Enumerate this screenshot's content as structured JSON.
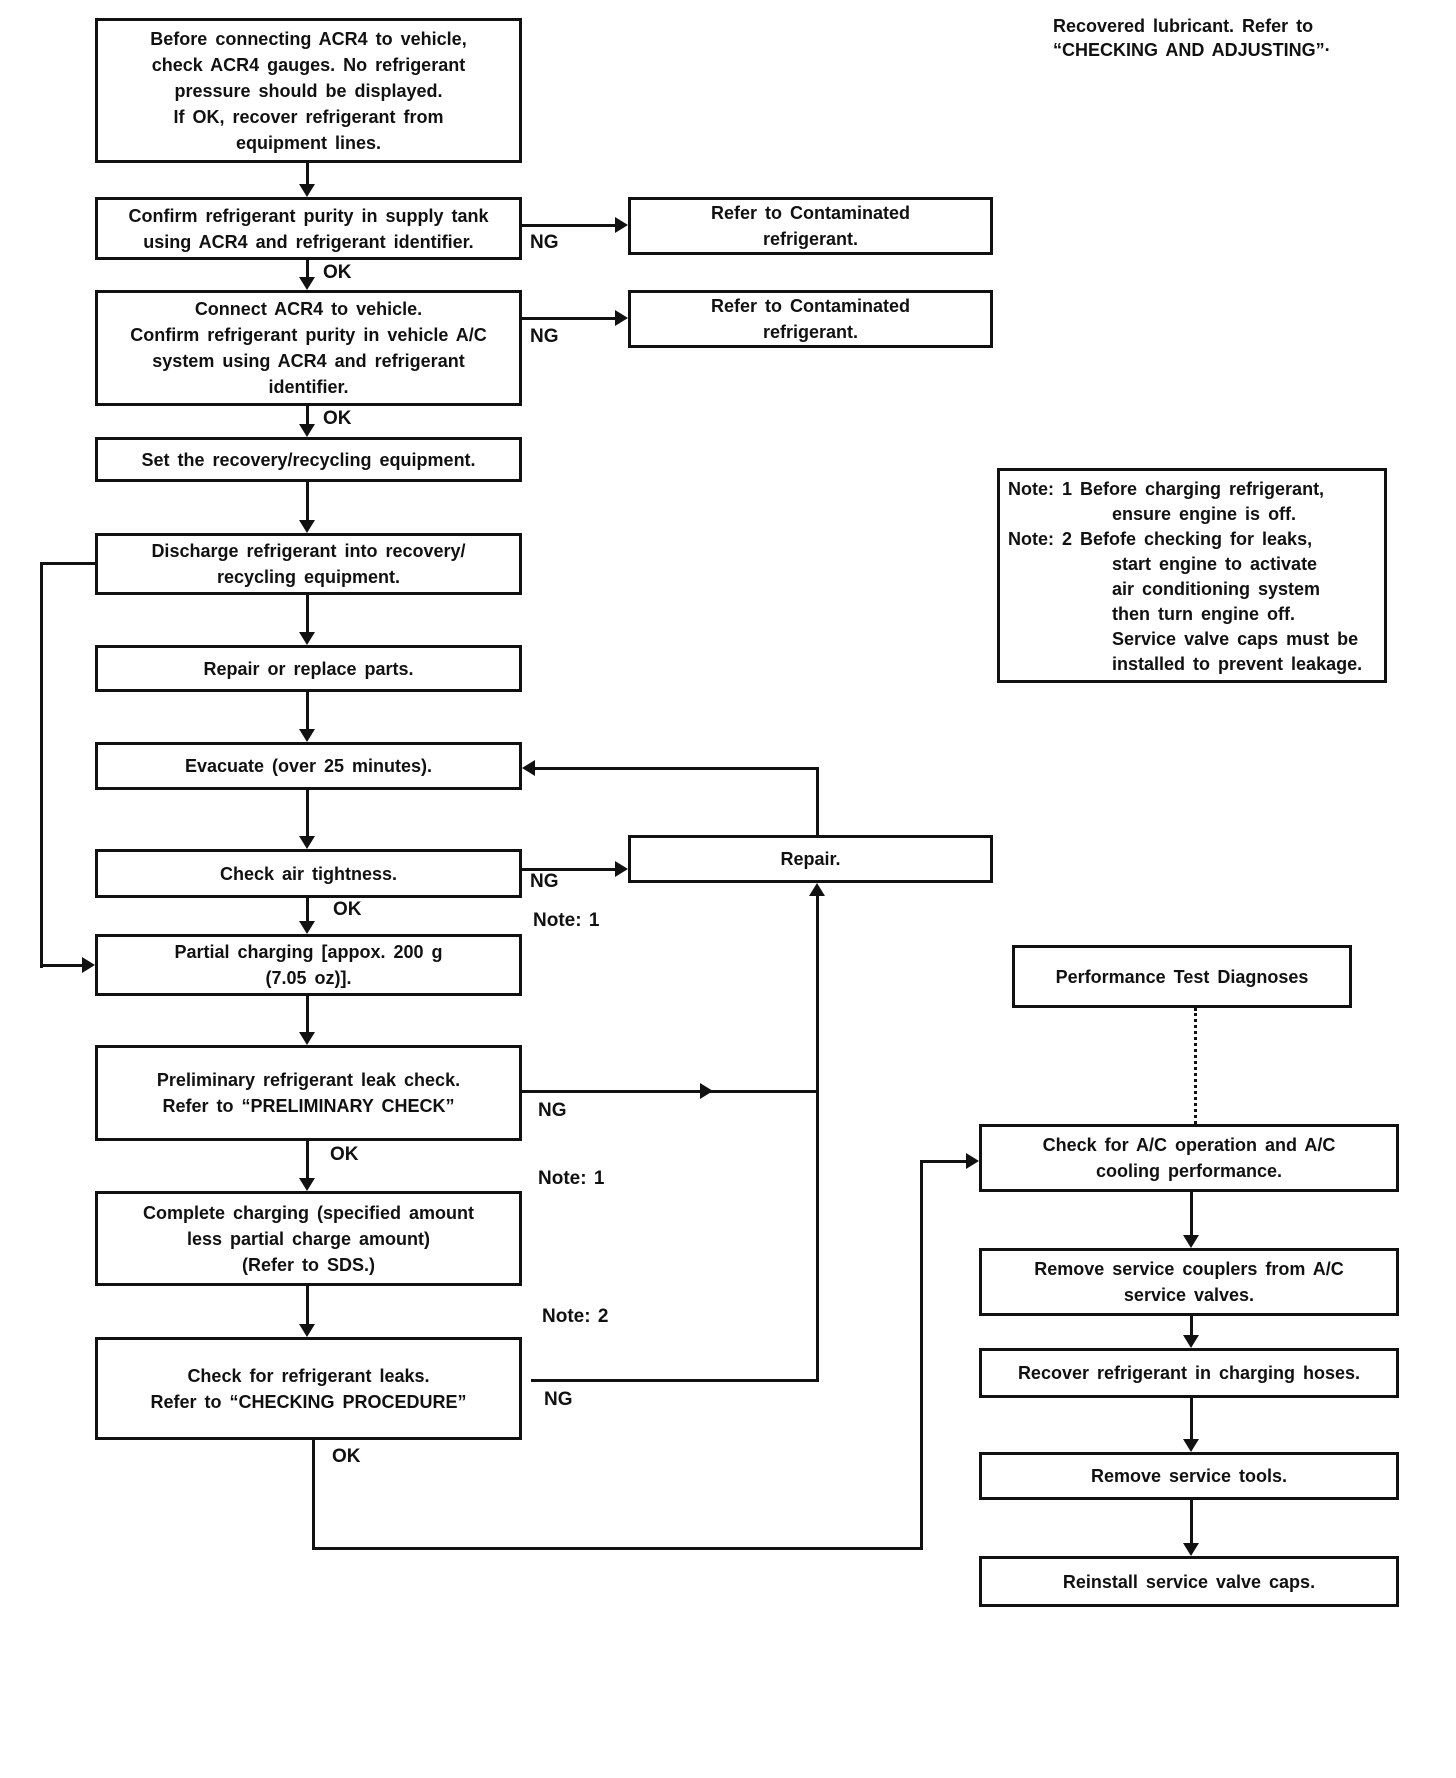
{
  "page": {
    "background": "#ffffff",
    "ink": "#111111",
    "type": "service-manual flowchart: HFC-134a (R-134a) refrigerant recovery/recycling work flow"
  },
  "labels": {
    "ok": "OK",
    "ng": "NG",
    "note1": "Note: 1",
    "note2": "Note: 2"
  },
  "flow": {
    "pre_check": "Before connecting ACR4 to vehicle,\ncheck ACR4 gauges. No refrigerant\npressure should be displayed.\nIf OK, recover refrigerant from\nequipment lines.",
    "confirm_supply": "Confirm refrigerant purity in supply tank\nusing ACR4 and refrigerant identifier.",
    "contaminated_1": "Refer to Contaminated\nrefrigerant.",
    "connect_acr4": "Connect ACR4 to vehicle.\nConfirm refrigerant purity in vehicle A/C\nsystem using ACR4 and refrigerant\nidentifier.",
    "contaminated_2": "Refer to Contaminated\nrefrigerant.",
    "set_equipment": "Set the recovery/recycling equipment.",
    "discharge": "Discharge refrigerant into recovery/\nrecycling equipment.",
    "repair_replace": "Repair or replace parts.",
    "evacuate": "Evacuate (over 25 minutes).",
    "check_air": "Check air tightness.",
    "repair": "Repair.",
    "partial_charging": "Partial charging [appox. 200 g\n(7.05 oz)].",
    "preliminary": "Preliminary refrigerant leak check.\nRefer to “PRELIMINARY CHECK”",
    "complete_charging": "Complete charging (specified amount\nless partial charge amount)\n(Refer to SDS.)",
    "check_leaks": "Check for refrigerant leaks.\nRefer to “CHECKING PROCEDURE”",
    "performance": "Performance Test Diagnoses",
    "check_ac_operation": "Check for A/C operation and A/C\ncooling performance.",
    "remove_couplers": "Remove service couplers from A/C\nservice valves.",
    "recover_hoses": "Recover refrigerant in charging hoses.",
    "remove_tools": "Remove service tools.",
    "reinstall_caps": "Reinstall service valve caps."
  },
  "notes": {
    "recovered_lubricant": "Recovered lubricant. Refer to\n“CHECKING AND ADJUSTING”·",
    "note_box": "Note: 1 Before charging refrigerant,\n             ensure engine is off.\nNote: 2 Befofe checking for leaks,\n             start engine to activate\n             air conditioning system\n             then turn engine off.\n             Service valve caps must be\n             installed to prevent leakage."
  }
}
